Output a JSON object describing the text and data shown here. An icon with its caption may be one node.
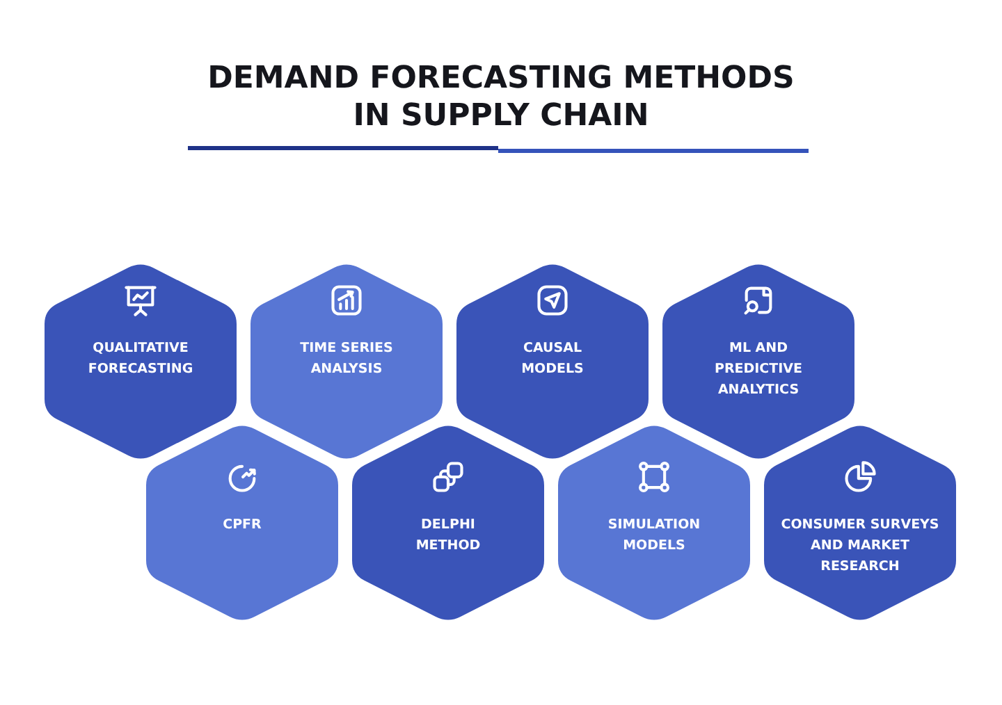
{
  "diagram": {
    "title": "DEMAND FORECASTING METHODS IN SUPPLY CHAIN",
    "nodes": [
      {
        "text": [
          "QUALITATIVE FORECASTING"
        ]
      },
      {
        "text": [
          "TIME SERIES ANALYSIS"
        ]
      },
      {
        "text": [
          "CAUSAL MODELS"
        ]
      },
      {
        "text": [
          "ML AND PREDICTIVE ANALYTICS"
        ]
      },
      {
        "text": [
          "CPFR"
        ]
      },
      {
        "text": [
          "DELPHI METHOD"
        ]
      },
      {
        "text": [
          "SIMULATION MODELS"
        ]
      },
      {
        "text": [
          "CONSUMER SURVEYS AND MARKET RESEARCH"
        ]
      }
    ]
  }
}
